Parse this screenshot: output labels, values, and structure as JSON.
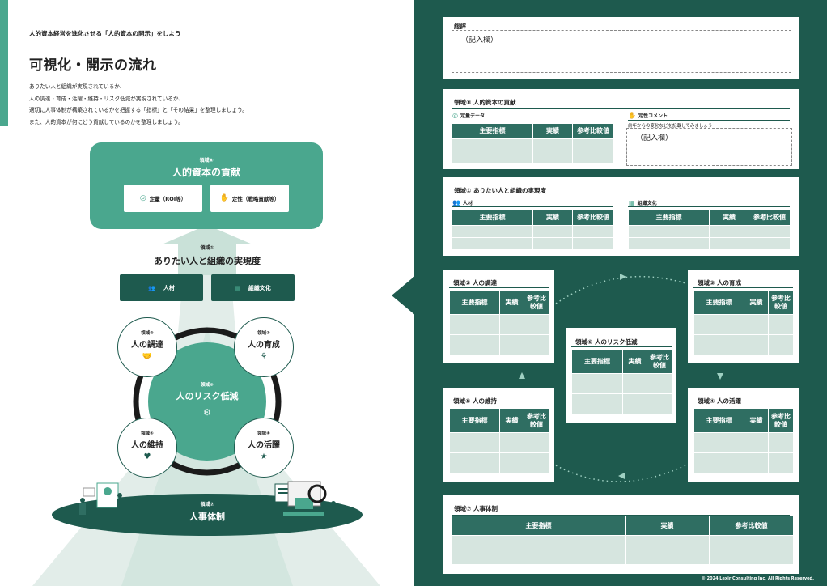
{
  "left": {
    "series": "人的資本経営を進化させる「人的資本の開示」をしよう",
    "title": "可視化・開示の流れ",
    "intro": [
      "ありたい人と組織が実現されているか、",
      "人の調達・育成・活躍・維持・リスク低減が実現されているか、",
      "適切に人事体制が構築されているかを把握する「指標」と「その結果」を整理しましょう。",
      "また、人的資本が何にどう貢献しているのかを整理しましょう。"
    ],
    "contribution": {
      "cap": "領域⑧",
      "title": "人的資本の貢献",
      "quant": "定量（ROI等）",
      "qual": "定性（戦略貢献等）"
    },
    "zone1": {
      "cap": "領域①",
      "title": "ありたい人と組織の実現度",
      "people": "人材",
      "culture": "組織文化"
    },
    "circles": {
      "acq": {
        "cap": "領域②",
        "title": "人の調達"
      },
      "dev": {
        "cap": "領域③",
        "title": "人の育成"
      },
      "ret": {
        "cap": "領域⑤",
        "title": "人の維持"
      },
      "act": {
        "cap": "領域④",
        "title": "人の活躍"
      },
      "risk": {
        "cap": "領域⑥",
        "title": "人のリスク低減"
      }
    },
    "hr": {
      "cap": "領域⑦",
      "title": "人事体制"
    }
  },
  "right": {
    "summary": {
      "head": "総評",
      "placeholder": "（記入欄）"
    },
    "z8": {
      "head": "領域⑧ 人的資本の貢献",
      "quant": "定量データ",
      "qual": "定性コメント",
      "qual_note": "前年からの変化などを記載してみましょう",
      "placeholder": "（記入欄）"
    },
    "z1": {
      "head": "領域① ありたい人と組織の実現度",
      "people": "人材",
      "culture": "組織文化"
    },
    "z2": {
      "head": "領域② 人の調達"
    },
    "z3": {
      "head": "領域③ 人の育成"
    },
    "z6": {
      "head": "領域⑥ 人のリスク低減"
    },
    "z5": {
      "head": "領域⑤ 人の維持"
    },
    "z4": {
      "head": "領域④ 人の活躍"
    },
    "z7": {
      "head": "領域⑦ 人事体制"
    },
    "cols": {
      "kpi": "主要指標",
      "actual": "実績",
      "ref": "参考比較値",
      "ref_wrap": "参考比\n較値"
    },
    "copyright": "© 2024 Lexir Consulting Inc. All Rights Reserved."
  },
  "colors": {
    "dark": "#1e5a4e",
    "mid": "#4aa78e",
    "header": "#2f6e62",
    "cell": "#d6e5df"
  }
}
